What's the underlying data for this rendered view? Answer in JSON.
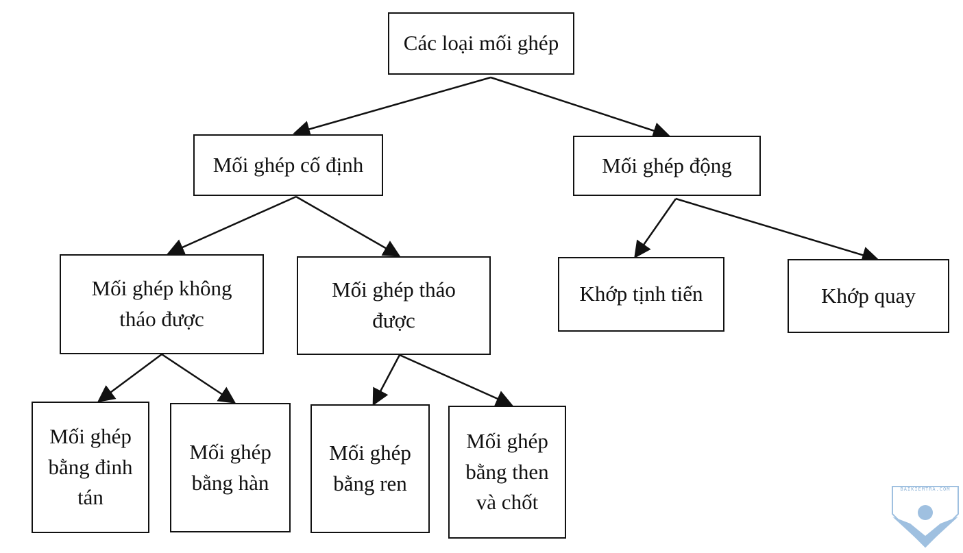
{
  "nodes": {
    "root": "Các loại mối ghép",
    "fixed": "Mối ghép cố định",
    "moving": "Mối ghép động",
    "non_detachable": "Mối ghép không tháo được",
    "detachable": "Mối ghép tháo được",
    "sliding_joint": "Khớp tịnh tiến",
    "revolute_joint": "Khớp quay",
    "rivet": "Mối ghép bằng đinh tán",
    "weld": "Mối ghép bằng hàn",
    "thread": "Mối ghép bằng ren",
    "key_pin": "Mối ghép bằng then và chốt"
  },
  "watermark": {
    "text": "BAIKIEMTRA.COM",
    "color": "#8fb4d8"
  },
  "colors": {
    "line": "#111111",
    "box_border": "#111111",
    "background": "#ffffff"
  }
}
